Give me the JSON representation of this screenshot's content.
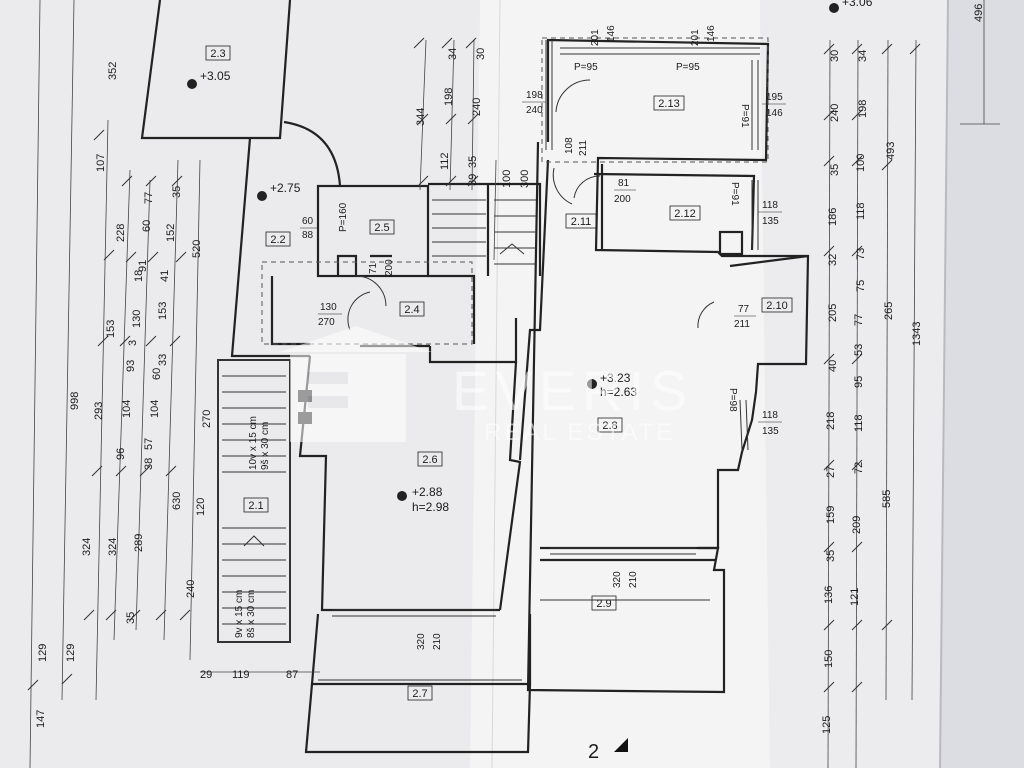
{
  "rooms": [
    {
      "id": "2.1"
    },
    {
      "id": "2.2"
    },
    {
      "id": "2.3"
    },
    {
      "id": "2.4"
    },
    {
      "id": "2.5"
    },
    {
      "id": "2.6"
    },
    {
      "id": "2.7"
    },
    {
      "id": "2.8"
    },
    {
      "id": "2.9"
    },
    {
      "id": "2.10"
    },
    {
      "id": "2.11"
    },
    {
      "id": "2.12"
    },
    {
      "id": "2.13"
    }
  ],
  "levels": {
    "l305": "+3.05",
    "l275": "+2.75",
    "l288": "+2.88",
    "h298": "h=2.98",
    "l323": "+3.23",
    "h263": "h=2.63",
    "l306": "+3.06"
  },
  "stairs": {
    "top_1": "10v x 15 cm",
    "top_2": "9š x 30 cm",
    "bottom_1": "9v x 15 cm",
    "bottom_2": "8š x 30 cm"
  },
  "parapets": {
    "p160": "P=160",
    "p95a": "P=95",
    "p95b": "P=95",
    "p91a": "P=91",
    "p91b": "P=91",
    "p98": "P=98"
  },
  "doors": {
    "d60": "60",
    "d88": "88",
    "d71": "71",
    "d200": "200",
    "d130": "130",
    "d270": "270",
    "d81": "81",
    "d200b": "200",
    "d77": "77",
    "d211": "211",
    "d108": "108",
    "d211b": "211",
    "d198": "198",
    "d240": "240",
    "d201a": "201",
    "d146a": "146",
    "d201b": "201",
    "d146b": "146",
    "d195": "195",
    "d146c": "146",
    "d118a": "118",
    "d135a": "135",
    "d118b": "118",
    "d135b": "135",
    "d320a": "320",
    "d210a": "210",
    "d320b": "320",
    "d210b": "210"
  },
  "dims_left": {
    "c1": [
      "998",
      "147"
    ],
    "c2": [
      "293",
      "324",
      "129",
      "107"
    ],
    "c3": [
      "228",
      "153",
      "96",
      "324"
    ],
    "c4": [
      "77",
      "60",
      "91",
      "130",
      "93",
      "104",
      "57",
      "289",
      "129"
    ],
    "c5": [
      "35",
      "152",
      "41",
      "153",
      "33",
      "60",
      "104",
      "38"
    ],
    "c6": [
      "520",
      "630",
      "270",
      "120",
      "240"
    ],
    "c_top": [
      "352"
    ],
    "small": [
      "18",
      "3",
      "35"
    ]
  },
  "dims_center": [
    "344",
    "198",
    "240",
    "34",
    "30",
    "112",
    "39",
    "35",
    "100",
    "300"
  ],
  "dims_bottom": [
    "29",
    "119",
    "87"
  ],
  "dims_right": {
    "c1": [
      "30",
      "240",
      "35",
      "186",
      "32",
      "205",
      "40",
      "218",
      "27",
      "159",
      "35",
      "136",
      "150",
      "125"
    ],
    "c2": [
      "34",
      "198",
      "100",
      "118",
      "73",
      "75",
      "77",
      "53",
      "95",
      "118",
      "72",
      "209",
      "121"
    ],
    "c3": [
      "493",
      "265",
      "585"
    ],
    "c4": [
      "1343"
    ],
    "top": [
      "496"
    ]
  },
  "section_mark": "2",
  "watermark": {
    "brand": "EVERIS",
    "sub": "REAL ESTATE"
  }
}
